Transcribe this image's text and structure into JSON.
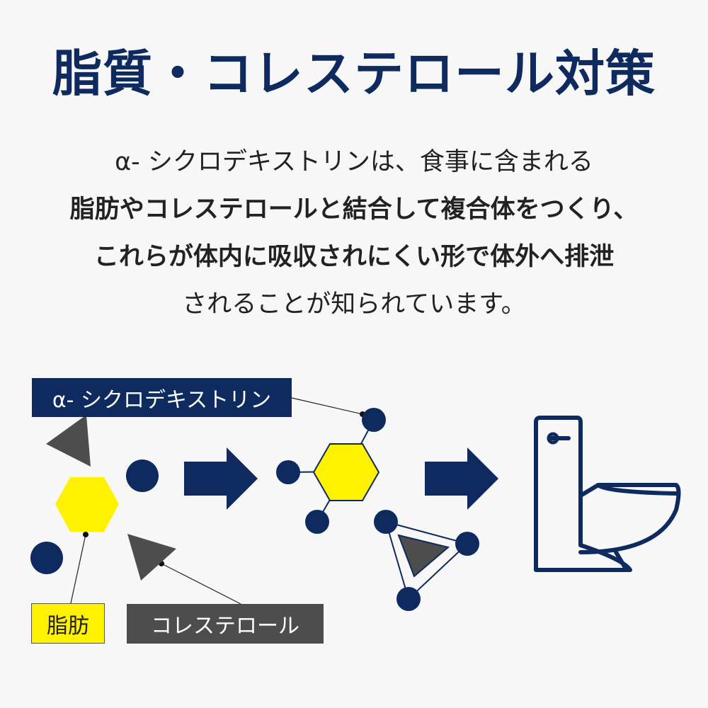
{
  "title": "脂質・コレステロール対策",
  "description": {
    "line1": "α- シクロデキストリンは、食事に含まれる",
    "line2": "脂肪やコレステロールと結合して複合体をつくり、",
    "line3": "これらが体内に吸収されにくい形で体外へ排泄",
    "line4": "されることが知られています。"
  },
  "labels": {
    "cyclodextrin": "α- シクロデキストリン",
    "fat": "脂肪",
    "cholesterol": "コレステロール"
  },
  "colors": {
    "navy": "#0e2a5e",
    "yellow": "#fff200",
    "gray": "#4d4d4d",
    "background": "#f7f7f7"
  },
  "icons": {
    "arrow": "right-arrow-icon",
    "toilet": "toilet-icon"
  }
}
